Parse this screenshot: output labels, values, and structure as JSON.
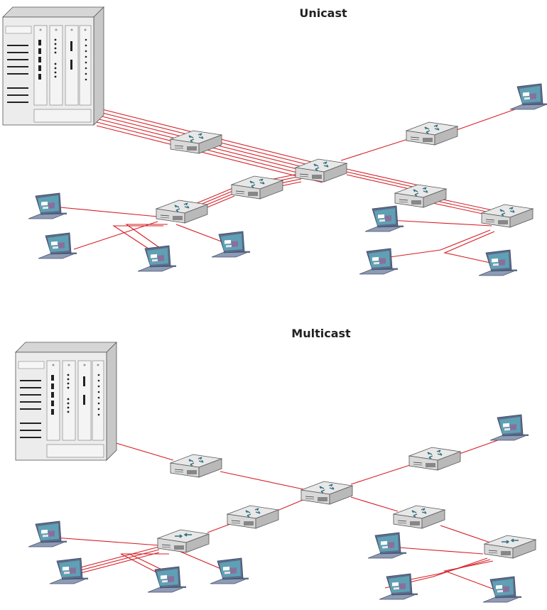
{
  "colors": {
    "link": "#d61f26",
    "device_top": "#e6e6e6",
    "device_side": "#bdbdbd",
    "device_outline": "#555555",
    "server_body": "#e9e9e9",
    "laptop_body": "#6f7f9c",
    "laptop_screen": "#6aa7b9"
  },
  "panels": [
    {
      "id": "unicast",
      "title": "Unicast",
      "icons": {
        "server": "rack-server-icon",
        "router": "router-icon",
        "laptop": "laptop-icon"
      }
    },
    {
      "id": "multicast",
      "title": "Multicast",
      "icons": {
        "server": "rack-server-icon",
        "router": "router-icon",
        "switch": "switch-icon",
        "laptop": "laptop-icon"
      }
    }
  ]
}
